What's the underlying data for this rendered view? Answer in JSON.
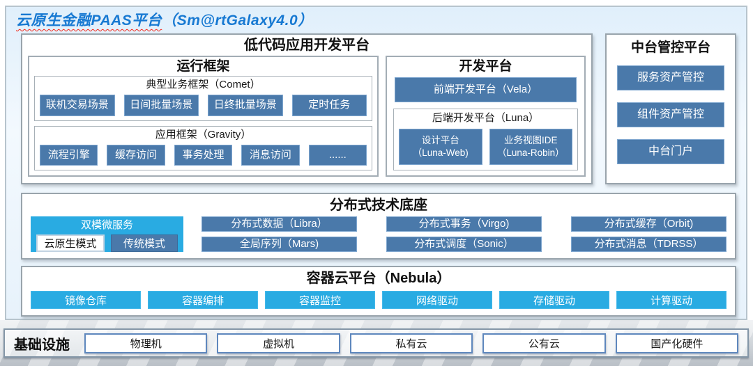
{
  "title": {
    "main": "云原生金融PAAS平台",
    "version": "（Sm@rtGalaxy4.0）",
    "color": "#1779d2"
  },
  "colors": {
    "steel_blue": "#4a79aa",
    "cyan": "#29abe2",
    "panel_border": "#99a4ac",
    "frame_bg": "#e0effb"
  },
  "lowcode": {
    "header": "低代码应用开发平台",
    "runtime": {
      "header": "运行框架",
      "comet": {
        "label": "典型业务框架（Comet）",
        "buttons": [
          "联机交易场景",
          "日间批量场景",
          "日终批量场景",
          "定时任务"
        ]
      },
      "gravity": {
        "label": "应用框架（Gravity）",
        "buttons": [
          "流程引擎",
          "缓存访问",
          "事务处理",
          "消息访问",
          "......"
        ]
      }
    },
    "dev": {
      "header": "开发平台",
      "vela_button": "前端开发平台（Vela）",
      "luna": {
        "label": "后端开发平台（Luna）",
        "buttons": [
          {
            "line1": "设计平台",
            "line2": "（Luna-Web)"
          },
          {
            "line1": "业务视图IDE",
            "line2": "（Luna-Robin）"
          }
        ]
      }
    }
  },
  "middle_platform": {
    "header": "中台管控平台",
    "buttons": [
      "服务资产管控",
      "组件资产管控",
      "中台门户"
    ]
  },
  "distributed": {
    "header": "分布式技术底座",
    "dual_mode": {
      "label": "双模微服务",
      "modes": [
        "云原生模式",
        "传统模式"
      ]
    },
    "row1": [
      "分布式数据（Libra）",
      "分布式事务（Virgo)",
      "分布式缓存（Orbit)"
    ],
    "row2": [
      "全局序列（Mars)",
      "分布式调度（Sonic）",
      "分布式消息（TDRSS）"
    ]
  },
  "nebula": {
    "header": "容器云平台（Nebula）",
    "buttons": [
      "镜像仓库",
      "容器编排",
      "容器监控",
      "网络驱动",
      "存储驱动",
      "计算驱动"
    ]
  },
  "infrastructure": {
    "label": "基础设施",
    "items": [
      "物理机",
      "虚拟机",
      "私有云",
      "公有云",
      "国产化硬件"
    ]
  }
}
